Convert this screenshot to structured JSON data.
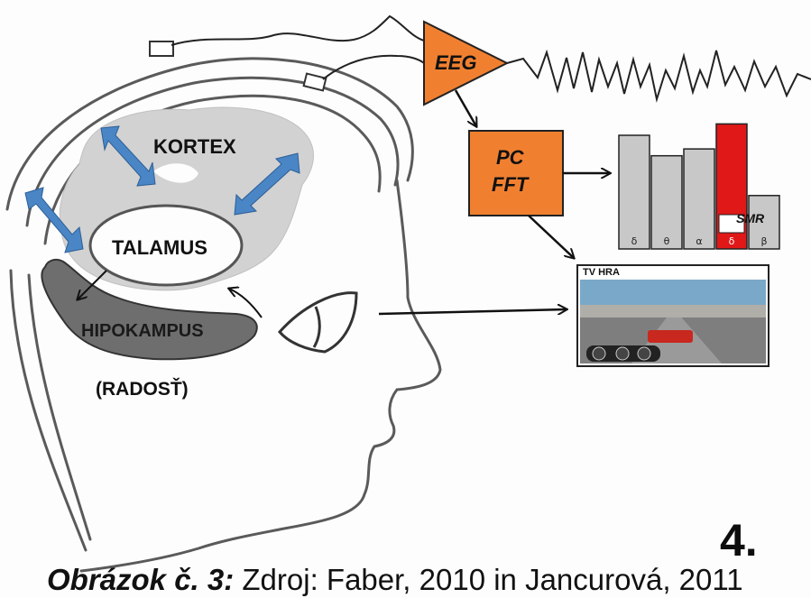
{
  "labels": {
    "kortex": "KORTEX",
    "talamus": "TALAMUS",
    "hipokampus": "HIPOKAMPUS",
    "radost": "(RADOSŤ)",
    "eeg": "EEG",
    "pc": "PC",
    "fft": "FFT",
    "smr": "SMR",
    "tv": "TV HRA",
    "number": "4."
  },
  "chart_data": {
    "type": "bar",
    "categories": [
      "δ",
      "θ",
      "α",
      "δ",
      "β"
    ],
    "values": [
      100,
      82,
      88,
      110,
      47
    ],
    "highlight_index": 3,
    "highlight_label": "SMR",
    "colors": {
      "normal": "#c8c8c8",
      "highlight": "#e01818"
    }
  },
  "caption": {
    "bold": "Obrázok č. 3:",
    "rest": " Zdroj: Faber, 2010 in Jancurová, 2011"
  },
  "colors": {
    "accent": "#f08030",
    "blob": "#d2d2d2",
    "arrow": "#4a86c6",
    "hippocampus": "#6e6e6e"
  }
}
